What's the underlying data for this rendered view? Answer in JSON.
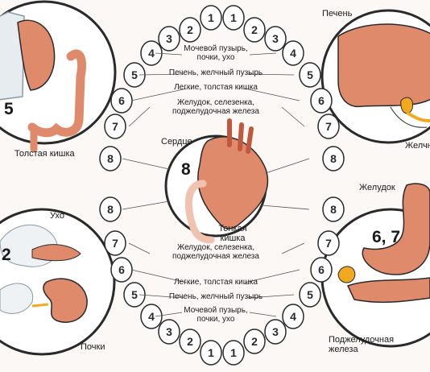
{
  "organs": {
    "large_intestine": {
      "name": "Толстая кишка",
      "number": "5"
    },
    "liver": {
      "name": "Печень",
      "number": ""
    },
    "gallbladder": {
      "name": "Желчный пузырь",
      "visible_text": "Желчн"
    },
    "ear_kidney": {
      "ear": "Ухо",
      "kidneys": "Почки",
      "number": "2"
    },
    "stomach_pancreas": {
      "stomach": "Желудок",
      "pancreas": "Поджелудочная железа",
      "number": "6, 7"
    },
    "heart_intestine": {
      "heart": "Сердце",
      "small_intestine": "Тонкая кишка",
      "number": "8"
    }
  },
  "upper_labels": [
    "Мочевой пузырь, почки, ухо",
    "Печень, желчный пузырь",
    "Легкие, толстая кишка",
    "Желудок, селезенка, поджелудочная железа"
  ],
  "lower_labels": [
    "Желудок, селезенка, поджелудочная железа",
    "Легкие, толстая кишка",
    "Печень, желчный пузырь",
    "Мочевой пузырь, почки, ухо"
  ],
  "upper_teeth_left": [
    "8",
    "7",
    "6",
    "5",
    "4",
    "3",
    "2",
    "1"
  ],
  "upper_teeth_right": [
    "1",
    "2",
    "3",
    "4",
    "5",
    "6",
    "7",
    "8"
  ],
  "lower_teeth_left": [
    "8",
    "7",
    "6",
    "5",
    "4",
    "3",
    "2",
    "1"
  ],
  "lower_teeth_right": [
    "1",
    "2",
    "3",
    "4",
    "5",
    "6",
    "7",
    "8"
  ],
  "colors": {
    "organ": "#e08a6c",
    "organ_dark": "#c0573f",
    "bile": "#f2a91f",
    "outline": "#2a2a2a",
    "tooth": "#ffffff"
  }
}
